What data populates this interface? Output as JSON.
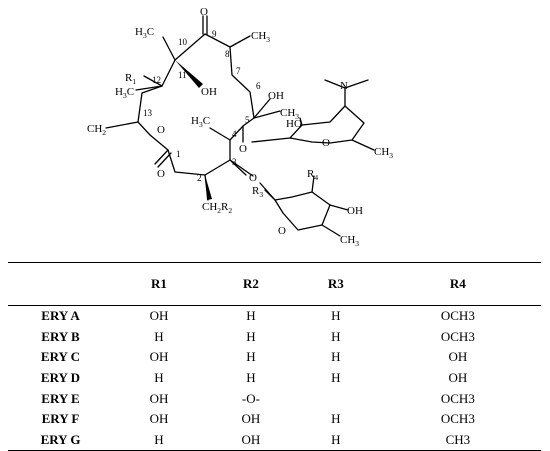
{
  "structure": {
    "atoms": {
      "oxygen": "O",
      "hydroxyl": "OH",
      "hydroxyl_hn": "HO",
      "nitrogen": "N",
      "hydrogen": "H",
      "carbon": "C",
      "methyl_sub": "3",
      "ethyl_sub": "2",
      "ch2_sub": "2",
      "r1": "R",
      "r1_sub": "1",
      "r2_sub": "2",
      "r3": "R",
      "r3_sub": "3",
      "r4": "R",
      "r4_sub": "4"
    },
    "ring_numbers": [
      "1",
      "2",
      "3",
      "4",
      "5",
      "6",
      "7",
      "8",
      "9",
      "10",
      "11",
      "12",
      "13"
    ]
  },
  "table": {
    "headers": [
      "",
      "R1",
      "R2",
      "R3",
      "R4"
    ],
    "rows": [
      [
        "ERY A",
        "OH",
        "H",
        "H",
        "OCH3"
      ],
      [
        "ERY B",
        "H",
        "H",
        "H",
        "OCH3"
      ],
      [
        "ERY C",
        "OH",
        "H",
        "H",
        "OH"
      ],
      [
        "ERY D",
        "H",
        "H",
        "H",
        "OH"
      ],
      [
        "ERY E",
        "OH",
        "-O-",
        "",
        "OCH3"
      ],
      [
        "ERY F",
        "OH",
        "OH",
        "H",
        "OCH3"
      ],
      [
        "ERY G",
        "H",
        "OH",
        "H",
        "CH3"
      ]
    ]
  }
}
